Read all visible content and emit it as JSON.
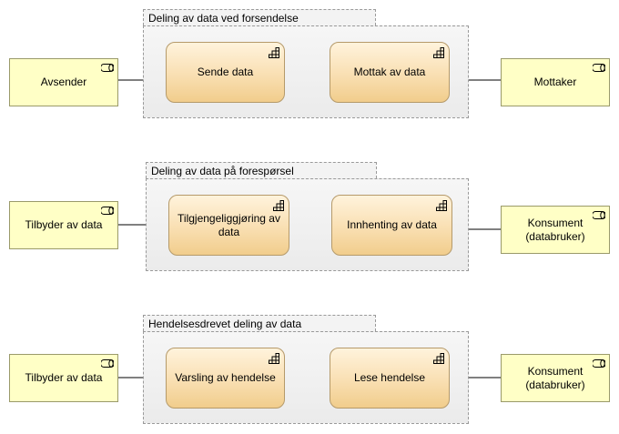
{
  "rows": [
    {
      "group_label": "Deling av data ved forsendelse",
      "left_actor": "Avsender",
      "left_process": "Sende data",
      "right_process": "Mottak av data",
      "right_actor": "Mottaker"
    },
    {
      "group_label": "Deling av data på forespørsel",
      "left_actor": "Tilbyder av data",
      "left_process": "Tilgjengeliggjøring av data",
      "right_process": "Innhenting av data",
      "right_actor": "Konsument (databruker)"
    },
    {
      "group_label": "Hendelsesdrevet deling av data",
      "left_actor": "Tilbyder av data",
      "left_process": "Varsling av hendelse",
      "right_process": "Lese hendelse",
      "right_actor": "Konsument (databruker)"
    }
  ],
  "icons": {
    "actor": "role-icon",
    "process": "function-icon"
  },
  "colors": {
    "actor_fill": "#ffffc6",
    "process_fill": "#f9dfb2",
    "group_fill": "#f0f0f0",
    "line": "#000000"
  }
}
